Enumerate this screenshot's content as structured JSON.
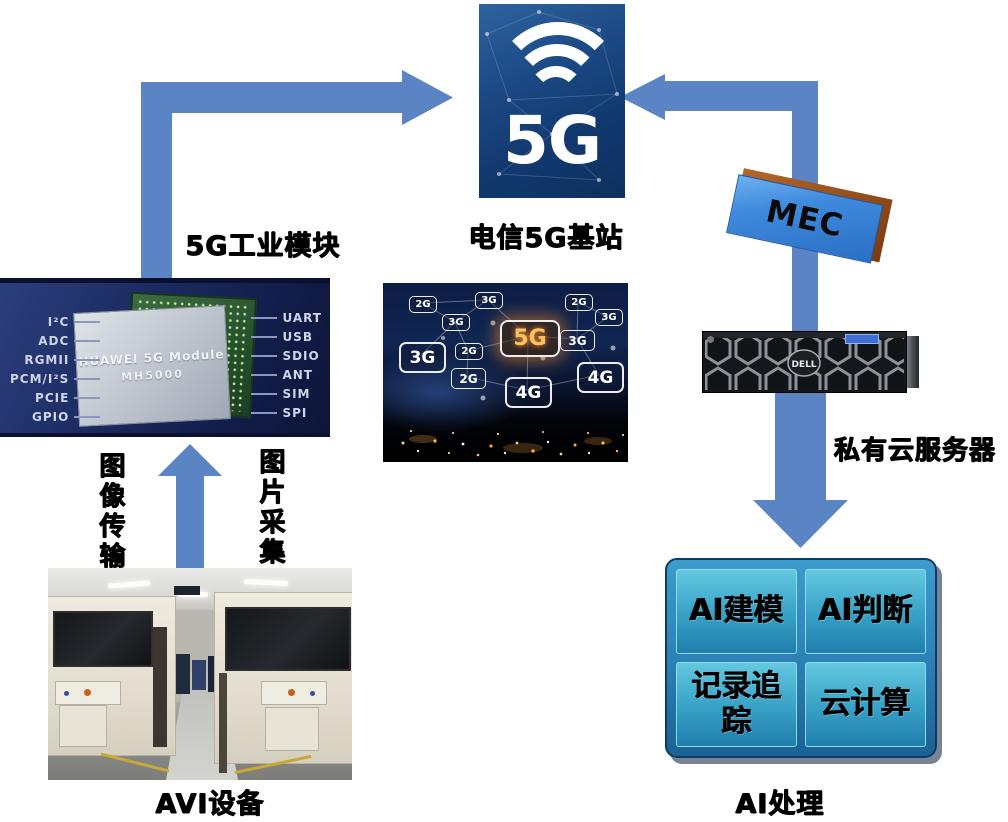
{
  "labels": {
    "base_station": "电信5G基站",
    "module": "5G工业模块",
    "server": "私有云服务器",
    "ai": "AI处理",
    "avi": "AVI设备",
    "arrow_left_vertical": "图像传输",
    "arrow_right_vertical": "图片采集"
  },
  "logo": {
    "text": "5G"
  },
  "mec": {
    "text": "MEC"
  },
  "module_image": {
    "title": "HUAWEI 5G Module",
    "model": "MH5000",
    "left_pins": [
      "I²C",
      "ADC",
      "RGMII",
      "PCM/I²S",
      "PCIE",
      "GPIO"
    ],
    "right_pins": [
      "UART",
      "USB",
      "SDIO",
      "ANT",
      "SIM",
      "SPI"
    ]
  },
  "server": {
    "brand": "DELL"
  },
  "network_image": {
    "badges": [
      "2G",
      "3G",
      "2G",
      "3G",
      "3G",
      "5G",
      "2G",
      "3G",
      "3G",
      "2G",
      "4G",
      "4G"
    ]
  },
  "ai_box": {
    "cells": [
      "AI建模",
      "AI判断",
      "记录追踪",
      "云计算"
    ]
  },
  "colors": {
    "arrow_blue": "#5b84c4",
    "mec_face_blue": "#2f7fd4",
    "mec_edge_brown": "#8a4515",
    "logo_background": "#143c72",
    "ai_cell_top": "#64c8e0",
    "ai_cell_bottom": "#1f7fae",
    "badge_5g_orange": "#ffc063"
  }
}
